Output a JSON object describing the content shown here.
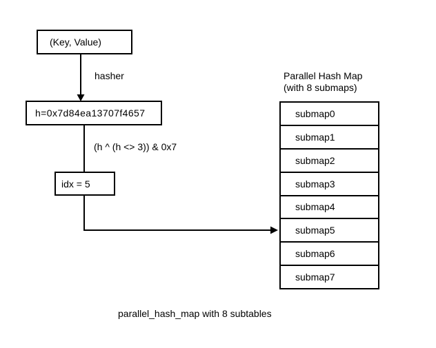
{
  "diagram": {
    "nodes": {
      "key_value": {
        "label": "(Key, Value)"
      },
      "hash": {
        "label": "h=0x7d84ea13707f4657"
      },
      "idx": {
        "label": "idx = 5"
      }
    },
    "edge_labels": {
      "hasher": "hasher",
      "index_formula": "(h ^ (h <> 3)) & 0x7"
    },
    "hash_map": {
      "title_line1": "Parallel Hash Map",
      "title_line2": "(with 8 submaps)",
      "submaps": [
        "submap0",
        "submap1",
        "submap2",
        "submap3",
        "submap4",
        "submap5",
        "submap6",
        "submap7"
      ],
      "arrow_target": "submap5"
    },
    "caption": "parallel_hash_map with 8 subtables",
    "colors": {
      "line": "#000000",
      "text": "#000000",
      "background": "#ffffff"
    }
  }
}
